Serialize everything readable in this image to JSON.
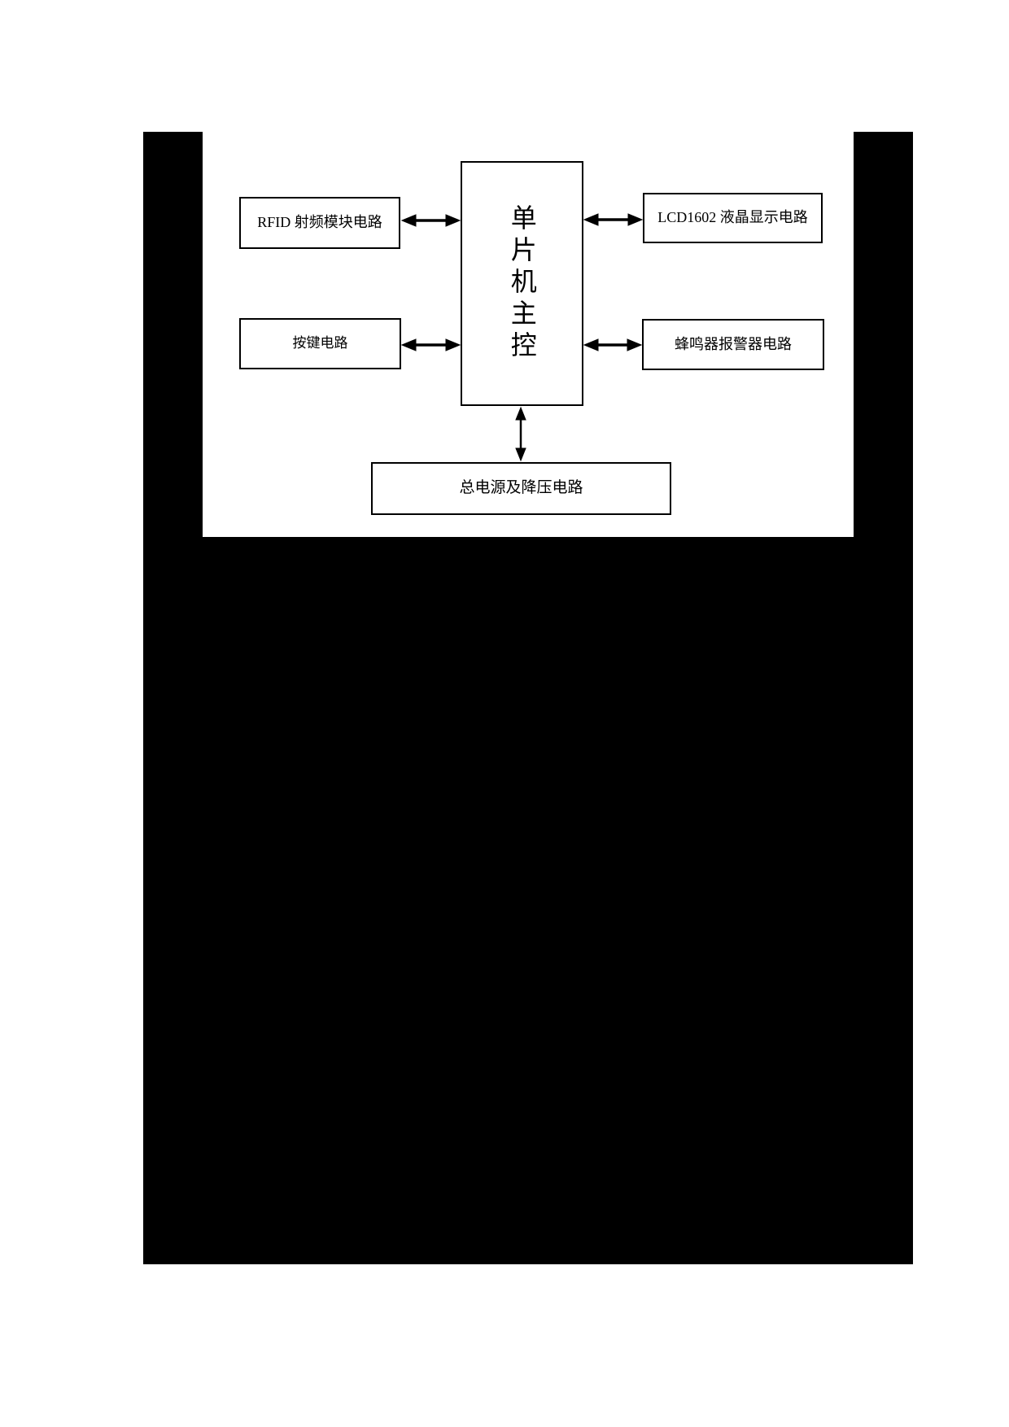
{
  "page": {
    "background_color": "#ffffff",
    "ink_color": "#000000",
    "redactions": [
      "left-top-bar",
      "right-top-bar",
      "large-bottom-block"
    ]
  },
  "diagram": {
    "mcu_box": {
      "label": "单片机主控",
      "orientation": "vertical"
    },
    "rfid_box": {
      "label": "RFID 射频模块电路"
    },
    "key_box": {
      "label": "按键电路"
    },
    "lcd_box": {
      "label": "LCD1602 液晶显示电路"
    },
    "buzzer_box": {
      "label": "蜂鸣器报警器电路"
    },
    "power_box": {
      "label": "总电源及降压电路"
    },
    "connections": [
      {
        "from": "RFID 射频模块电路",
        "to": "单片机主控",
        "style": "double-headed-arrow"
      },
      {
        "from": "按键电路",
        "to": "单片机主控",
        "style": "double-headed-arrow"
      },
      {
        "from": "单片机主控",
        "to": "LCD1602 液晶显示电路",
        "style": "double-headed-arrow"
      },
      {
        "from": "单片机主控",
        "to": "蜂鸣器报警器电路",
        "style": "double-headed-arrow"
      },
      {
        "from": "单片机主控",
        "to": "总电源及降压电路",
        "style": "double-headed-arrow"
      }
    ]
  }
}
